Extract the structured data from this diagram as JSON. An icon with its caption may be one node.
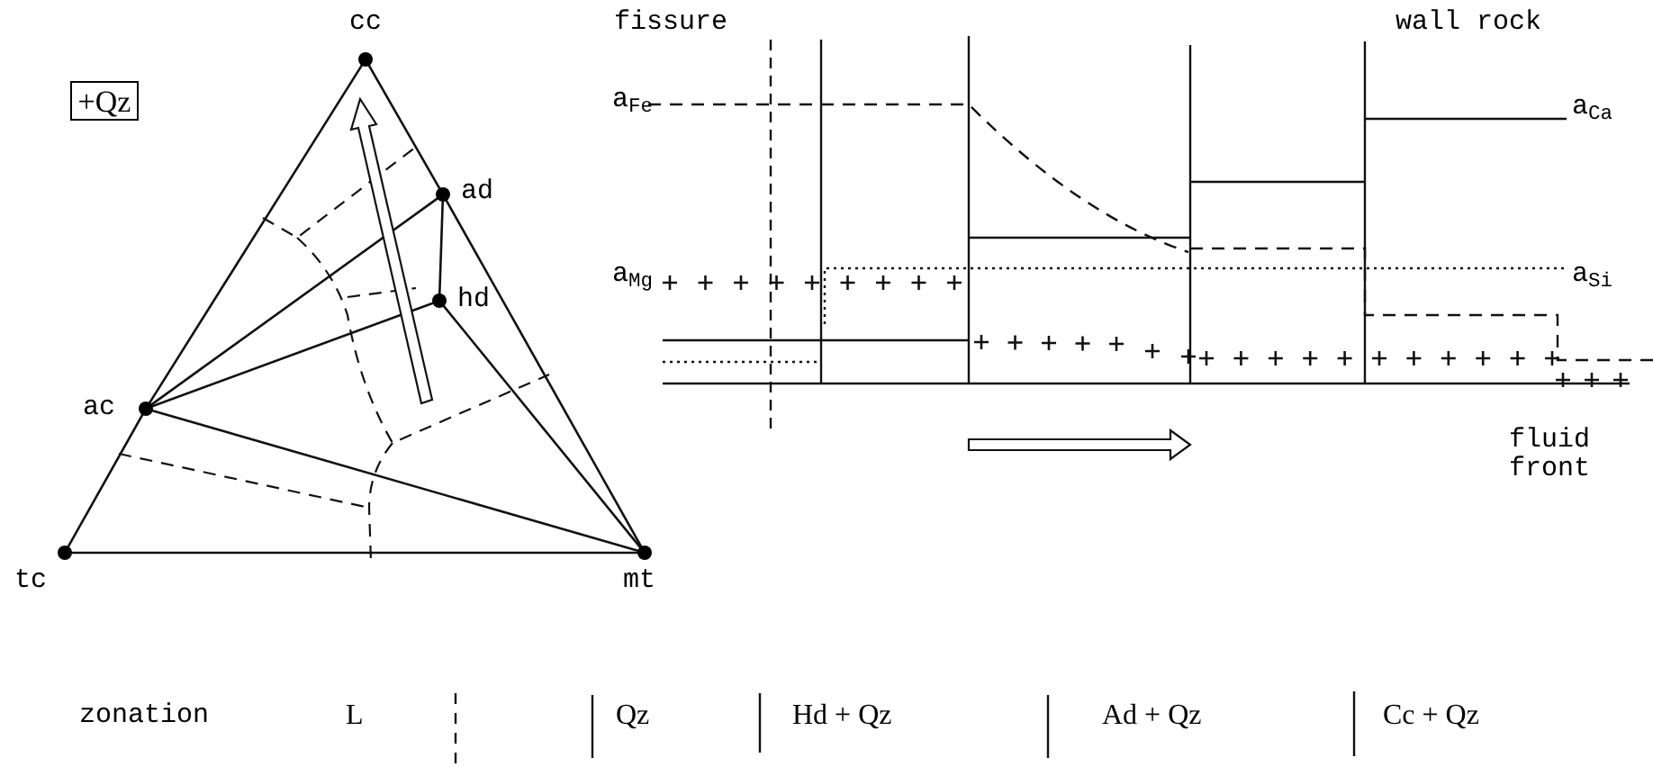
{
  "diagram": {
    "nodes": [
      {
        "text": [
          "+Qz"
        ]
      },
      {
        "text": [
          "cc"
        ]
      },
      {
        "text": [
          "ad"
        ]
      },
      {
        "text": [
          "hd"
        ]
      },
      {
        "text": [
          "ac"
        ]
      },
      {
        "text": [
          "tc"
        ]
      },
      {
        "text": [
          "mt"
        ]
      }
    ],
    "edges": [
      {
        "from": 1,
        "to": 2,
        "arrow": "none"
      },
      {
        "from": 2,
        "to": 6,
        "arrow": "none"
      },
      {
        "from": 1,
        "to": 4,
        "arrow": "none"
      },
      {
        "from": 4,
        "to": 5,
        "arrow": "none"
      },
      {
        "from": 5,
        "to": 6,
        "arrow": "none"
      },
      {
        "from": 4,
        "to": 2,
        "arrow": "none"
      },
      {
        "from": 2,
        "to": 3,
        "arrow": "none"
      },
      {
        "from": 4,
        "to": 3,
        "arrow": "none"
      },
      {
        "from": 3,
        "to": 6,
        "arrow": "none"
      },
      {
        "from": 4,
        "to": 6,
        "arrow": "none"
      }
    ],
    "labels": [
      "fissure",
      "wall rock",
      "a$_{Fe}$",
      "a$_{Ca}$",
      "a$_{Mg}$",
      "a$_{Si}$",
      "fluid front",
      "zonation",
      "L",
      "Qz",
      "Hd + Qz",
      "Ad + Qz",
      "Cc + Qz"
    ]
  }
}
